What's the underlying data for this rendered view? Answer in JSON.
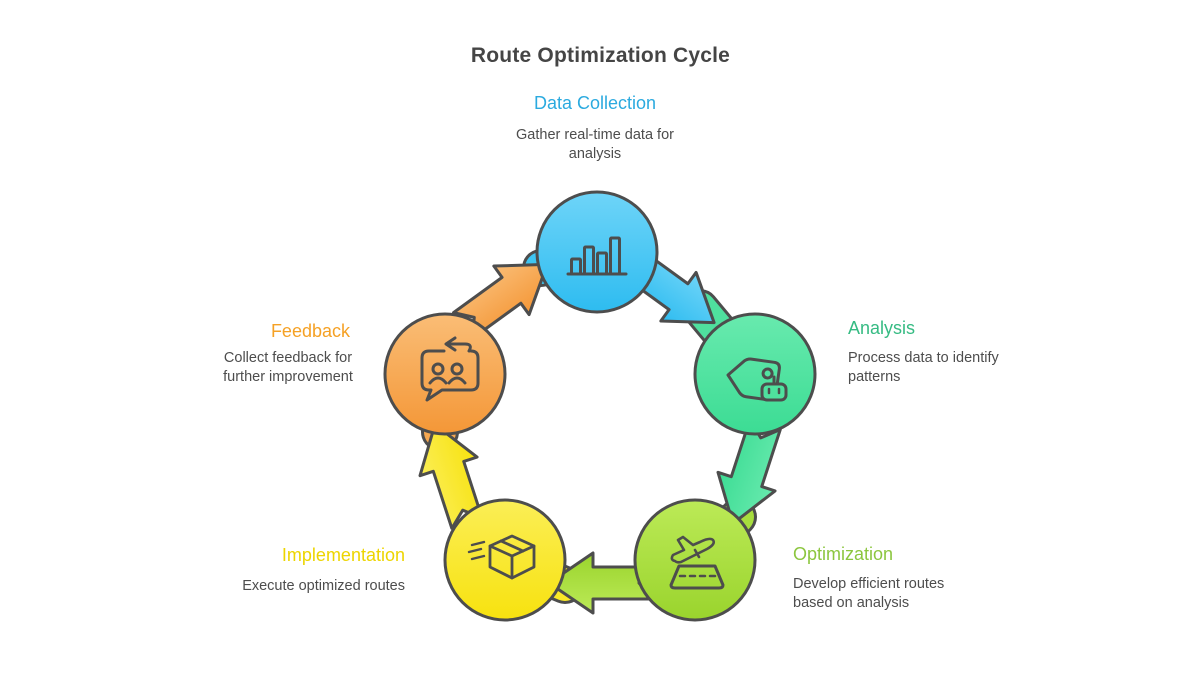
{
  "title": "Route Optimization Cycle",
  "diagram_type": "circular-process-cycle",
  "outline_color": "#4d4d4d",
  "nodes": [
    {
      "id": "data-collection",
      "label": "Data Collection",
      "description": "Gather real-time data for analysis",
      "label_color": "#2BAADF",
      "circle_color": "#3FC5F2",
      "icon": "bar-chart-icon",
      "position": "top"
    },
    {
      "id": "analysis",
      "label": "Analysis",
      "description": "Process data to identify patterns",
      "label_color": "#36BB83",
      "circle_color": "#4FE09E",
      "icon": "price-tag-icon",
      "position": "right"
    },
    {
      "id": "optimization",
      "label": "Optimization",
      "description": "Develop efficient routes based on analysis",
      "label_color": "#8CC63F",
      "circle_color": "#A7DD3D",
      "icon": "plane-takeoff-icon",
      "position": "bottom-right"
    },
    {
      "id": "implementation",
      "label": "Implementation",
      "description": "Execute optimized routes",
      "label_color": "#EDD500",
      "circle_color": "#F9E827",
      "icon": "package-icon",
      "position": "bottom-left"
    },
    {
      "id": "feedback",
      "label": "Feedback",
      "description": "Collect feedback for further improvement",
      "label_color": "#F5A125",
      "circle_color": "#F7A851",
      "icon": "feedback-chat-icon",
      "position": "left"
    }
  ],
  "arrows": [
    {
      "from": "data-collection",
      "to": "analysis",
      "color": "#3FC5F2"
    },
    {
      "from": "analysis",
      "to": "optimization",
      "color": "#4FE09E"
    },
    {
      "from": "optimization",
      "to": "implementation",
      "color": "#A7DD3D"
    },
    {
      "from": "implementation",
      "to": "feedback",
      "color": "#F9E827"
    },
    {
      "from": "feedback",
      "to": "data-collection",
      "color": "#F7A851"
    }
  ]
}
